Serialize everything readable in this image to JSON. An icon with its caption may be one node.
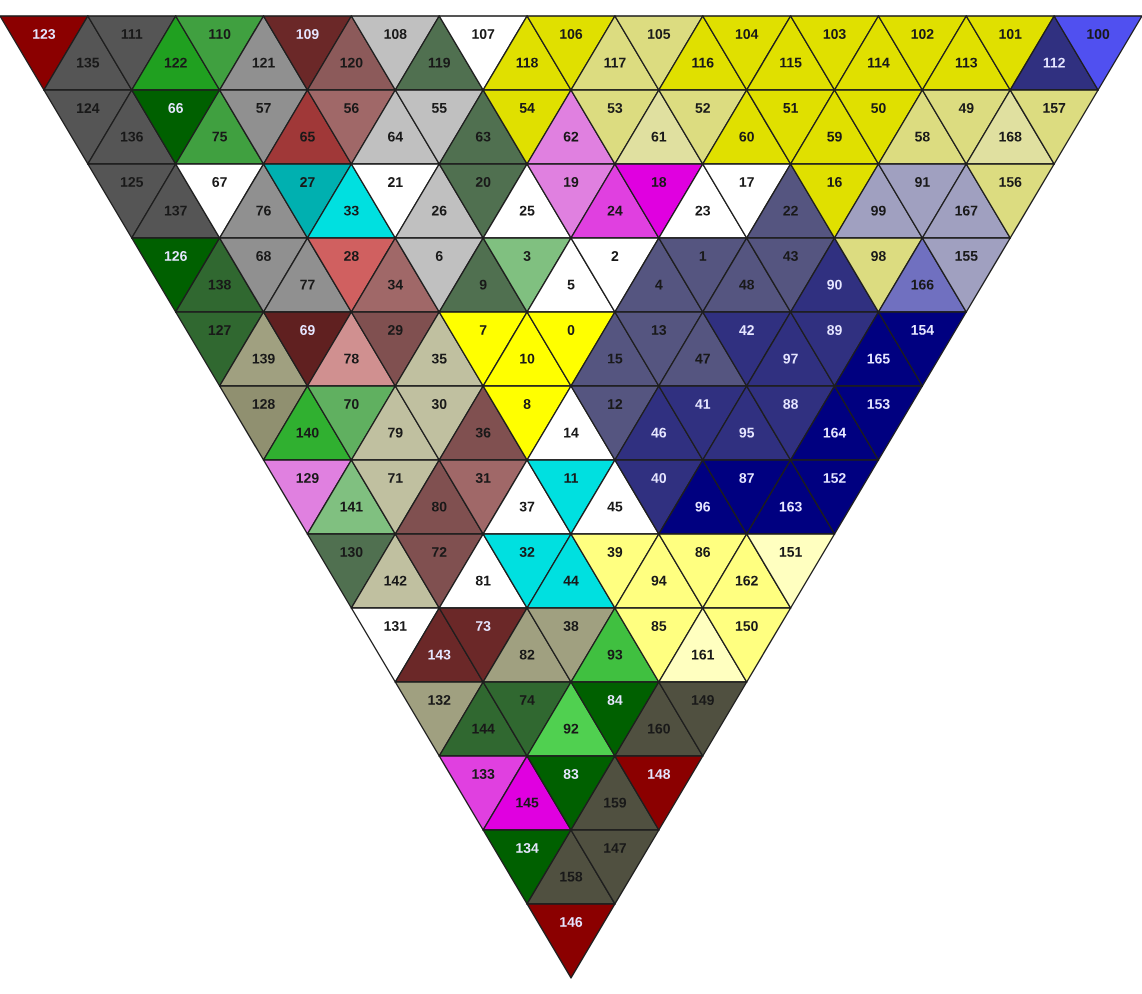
{
  "diagram": {
    "nodes": [
      {
        "text": [
          "123"
        ]
      },
      {
        "text": [
          "135"
        ]
      },
      {
        "text": [
          "111"
        ]
      },
      {
        "text": [
          "122"
        ]
      },
      {
        "text": [
          "110"
        ]
      },
      {
        "text": [
          "121"
        ]
      },
      {
        "text": [
          "109"
        ]
      },
      {
        "text": [
          "120"
        ]
      },
      {
        "text": [
          "108"
        ]
      },
      {
        "text": [
          "119"
        ]
      },
      {
        "text": [
          "107"
        ]
      },
      {
        "text": [
          "118"
        ]
      },
      {
        "text": [
          "106"
        ]
      },
      {
        "text": [
          "117"
        ]
      },
      {
        "text": [
          "105"
        ]
      },
      {
        "text": [
          "116"
        ]
      },
      {
        "text": [
          "104"
        ]
      },
      {
        "text": [
          "115"
        ]
      },
      {
        "text": [
          "103"
        ]
      },
      {
        "text": [
          "114"
        ]
      },
      {
        "text": [
          "102"
        ]
      },
      {
        "text": [
          "113"
        ]
      },
      {
        "text": [
          "101"
        ]
      },
      {
        "text": [
          "112"
        ]
      },
      {
        "text": [
          "100"
        ]
      },
      {
        "text": [
          "124"
        ]
      },
      {
        "text": [
          "136"
        ]
      },
      {
        "text": [
          "66"
        ]
      },
      {
        "text": [
          "75"
        ]
      },
      {
        "text": [
          "57"
        ]
      },
      {
        "text": [
          "65"
        ]
      },
      {
        "text": [
          "56"
        ]
      },
      {
        "text": [
          "64"
        ]
      },
      {
        "text": [
          "55"
        ]
      },
      {
        "text": [
          "63"
        ]
      },
      {
        "text": [
          "54"
        ]
      },
      {
        "text": [
          "62"
        ]
      },
      {
        "text": [
          "53"
        ]
      },
      {
        "text": [
          "61"
        ]
      },
      {
        "text": [
          "52"
        ]
      },
      {
        "text": [
          "60"
        ]
      },
      {
        "text": [
          "51"
        ]
      },
      {
        "text": [
          "59"
        ]
      },
      {
        "text": [
          "50"
        ]
      },
      {
        "text": [
          "58"
        ]
      },
      {
        "text": [
          "49"
        ]
      },
      {
        "text": [
          "168"
        ]
      },
      {
        "text": [
          "157"
        ]
      },
      {
        "text": [
          "125"
        ]
      },
      {
        "text": [
          "137"
        ]
      },
      {
        "text": [
          "67"
        ]
      },
      {
        "text": [
          "76"
        ]
      },
      {
        "text": [
          "27"
        ]
      },
      {
        "text": [
          "33"
        ]
      },
      {
        "text": [
          "21"
        ]
      },
      {
        "text": [
          "26"
        ]
      },
      {
        "text": [
          "20"
        ]
      },
      {
        "text": [
          "25"
        ]
      },
      {
        "text": [
          "19"
        ]
      },
      {
        "text": [
          "24"
        ]
      },
      {
        "text": [
          "18"
        ]
      },
      {
        "text": [
          "23"
        ]
      },
      {
        "text": [
          "17"
        ]
      },
      {
        "text": [
          "22"
        ]
      },
      {
        "text": [
          "16"
        ]
      },
      {
        "text": [
          "99"
        ]
      },
      {
        "text": [
          "91"
        ]
      },
      {
        "text": [
          "167"
        ]
      },
      {
        "text": [
          "156"
        ]
      },
      {
        "text": [
          "126"
        ]
      },
      {
        "text": [
          "138"
        ]
      },
      {
        "text": [
          "68"
        ]
      },
      {
        "text": [
          "77"
        ]
      },
      {
        "text": [
          "28"
        ]
      },
      {
        "text": [
          "34"
        ]
      },
      {
        "text": [
          "6"
        ]
      },
      {
        "text": [
          "9"
        ]
      },
      {
        "text": [
          "3"
        ]
      },
      {
        "text": [
          "5"
        ]
      },
      {
        "text": [
          "2"
        ]
      },
      {
        "text": [
          "4"
        ]
      },
      {
        "text": [
          "1"
        ]
      },
      {
        "text": [
          "48"
        ]
      },
      {
        "text": [
          "43"
        ]
      },
      {
        "text": [
          "90"
        ]
      },
      {
        "text": [
          "98"
        ]
      },
      {
        "text": [
          "166"
        ]
      },
      {
        "text": [
          "155"
        ]
      },
      {
        "text": [
          "127"
        ]
      },
      {
        "text": [
          "139"
        ]
      },
      {
        "text": [
          "69"
        ]
      },
      {
        "text": [
          "78"
        ]
      },
      {
        "text": [
          "29"
        ]
      },
      {
        "text": [
          "35"
        ]
      },
      {
        "text": [
          "7"
        ]
      },
      {
        "text": [
          "10"
        ]
      },
      {
        "text": [
          "0"
        ]
      },
      {
        "text": [
          "15"
        ]
      },
      {
        "text": [
          "13"
        ]
      },
      {
        "text": [
          "47"
        ]
      },
      {
        "text": [
          "42"
        ]
      },
      {
        "text": [
          "97"
        ]
      },
      {
        "text": [
          "89"
        ]
      },
      {
        "text": [
          "165"
        ]
      },
      {
        "text": [
          "154"
        ]
      },
      {
        "text": [
          "128"
        ]
      },
      {
        "text": [
          "140"
        ]
      },
      {
        "text": [
          "70"
        ]
      },
      {
        "text": [
          "79"
        ]
      },
      {
        "text": [
          "30"
        ]
      },
      {
        "text": [
          "36"
        ]
      },
      {
        "text": [
          "8"
        ]
      },
      {
        "text": [
          "14"
        ]
      },
      {
        "text": [
          "12"
        ]
      },
      {
        "text": [
          "46"
        ]
      },
      {
        "text": [
          "41"
        ]
      },
      {
        "text": [
          "95"
        ]
      },
      {
        "text": [
          "88"
        ]
      },
      {
        "text": [
          "164"
        ]
      },
      {
        "text": [
          "153"
        ]
      },
      {
        "text": [
          "129"
        ]
      },
      {
        "text": [
          "141"
        ]
      },
      {
        "text": [
          "71"
        ]
      },
      {
        "text": [
          "80"
        ]
      },
      {
        "text": [
          "31"
        ]
      },
      {
        "text": [
          "37"
        ]
      },
      {
        "text": [
          "11"
        ]
      },
      {
        "text": [
          "45"
        ]
      },
      {
        "text": [
          "40"
        ]
      },
      {
        "text": [
          "96"
        ]
      },
      {
        "text": [
          "87"
        ]
      },
      {
        "text": [
          "163"
        ]
      },
      {
        "text": [
          "152"
        ]
      },
      {
        "text": [
          "130"
        ]
      },
      {
        "text": [
          "142"
        ]
      },
      {
        "text": [
          "72"
        ]
      },
      {
        "text": [
          "81"
        ]
      },
      {
        "text": [
          "32"
        ]
      },
      {
        "text": [
          "44"
        ]
      },
      {
        "text": [
          "39"
        ]
      },
      {
        "text": [
          "94"
        ]
      },
      {
        "text": [
          "86"
        ]
      },
      {
        "text": [
          "162"
        ]
      },
      {
        "text": [
          "151"
        ]
      },
      {
        "text": [
          "131"
        ]
      },
      {
        "text": [
          "143"
        ]
      },
      {
        "text": [
          "73"
        ]
      },
      {
        "text": [
          "82"
        ]
      },
      {
        "text": [
          "38"
        ]
      },
      {
        "text": [
          "93"
        ]
      },
      {
        "text": [
          "85"
        ]
      },
      {
        "text": [
          "161"
        ]
      },
      {
        "text": [
          "150"
        ]
      },
      {
        "text": [
          "132"
        ]
      },
      {
        "text": [
          "144"
        ]
      },
      {
        "text": [
          "74"
        ]
      },
      {
        "text": [
          "92"
        ]
      },
      {
        "text": [
          "84"
        ]
      },
      {
        "text": [
          "160"
        ]
      },
      {
        "text": [
          "149"
        ]
      },
      {
        "text": [
          "133"
        ]
      },
      {
        "text": [
          "145"
        ]
      },
      {
        "text": [
          "83"
        ]
      },
      {
        "text": [
          "159"
        ]
      },
      {
        "text": [
          "148"
        ]
      },
      {
        "text": [
          "134"
        ]
      },
      {
        "text": [
          "158"
        ]
      },
      {
        "text": [
          "147"
        ]
      },
      {
        "text": [
          "146"
        ]
      }
    ]
  }
}
